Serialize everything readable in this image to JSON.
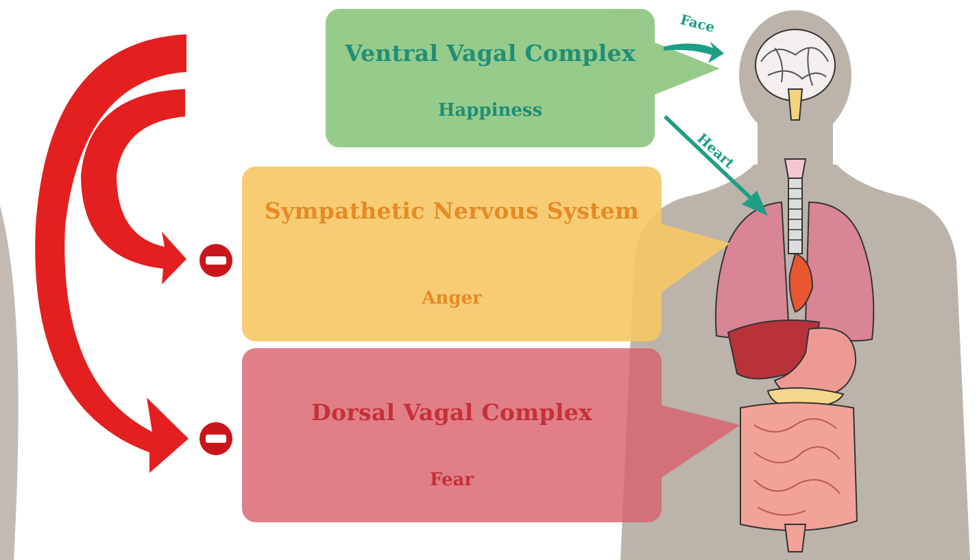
{
  "colors": {
    "ventral": "#8cc57e",
    "ventral_text": "#1f8f76",
    "sympathetic": "#f6c766",
    "sympathetic_text": "#e58a24",
    "dorsal": "#d9636d",
    "dorsal_text": "#c6303a",
    "arrow_red": "#e41f1f",
    "inhibit_red": "#c9161b",
    "teal_arrow": "#1f9e86",
    "body_gray": "#bcb3ab"
  },
  "boxes": {
    "ventral": {
      "title": "Ventral Vagal Complex",
      "emotion": "Happiness"
    },
    "sympathetic": {
      "title": "Sympathetic Nervous System",
      "emotion": "Anger"
    },
    "dorsal": {
      "title": "Dorsal Vagal Complex",
      "emotion": "Fear"
    }
  },
  "targets": {
    "face": "Face",
    "heart": "Heart"
  },
  "icons": {
    "inhibit_top": "minus-circle-icon",
    "inhibit_bottom": "minus-circle-icon"
  }
}
